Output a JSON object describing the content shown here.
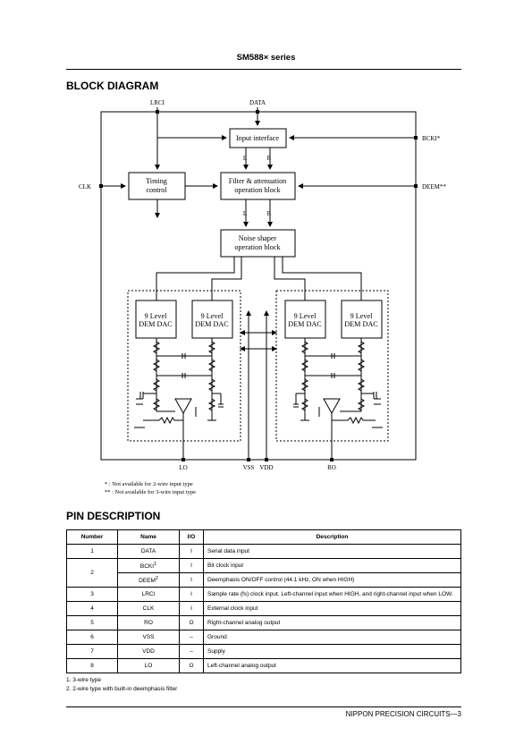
{
  "header": {
    "title": "SM588× series"
  },
  "block_diagram": {
    "heading": "BLOCK DIAGRAM",
    "pins_top": {
      "lrci": "LRCI",
      "data": "DATA"
    },
    "pins_side": {
      "clk": "CLK",
      "bcki": "BCKI*",
      "deem": "DEEM**"
    },
    "pins_bottom": {
      "lo": "LO",
      "vss": "VSS",
      "vdd": "VDD",
      "ro": "RO"
    },
    "blocks": {
      "input_interface": "Input interface",
      "timing_1": "Timing",
      "timing_2": "control",
      "filter_1": "Filter & attenuation",
      "filter_2": "operation block",
      "noise_1": "Noise shaper",
      "noise_2": "operation block",
      "dac_1": "9 Level",
      "dac_2": "DEM DAC"
    },
    "channel_labels": {
      "l": "L",
      "r": "R"
    },
    "notes": [
      "*  : Not available for 2-wire input type",
      "** : Not available for 3-wire input type"
    ]
  },
  "pin_description": {
    "heading": "PIN DESCRIPTION",
    "columns": [
      "Number",
      "Name",
      "I/O",
      "Description"
    ],
    "rows": [
      {
        "number": "1",
        "name": "DATA",
        "io": "I",
        "description": "Serial data input"
      },
      {
        "number": "2",
        "name": "BCKI",
        "sup": "1",
        "io": "I",
        "description": "Bit clock input"
      },
      {
        "number": "",
        "name": "DEEM",
        "sup": "2",
        "io": "I",
        "description": "Deemphasis ON/OFF control (44.1 kHz, ON when HIGH)"
      },
      {
        "number": "3",
        "name": "LRCI",
        "io": "I",
        "description": "Sample rate (fs) clock input. Left-channel input when HIGH, and right-channel input when LOW."
      },
      {
        "number": "4",
        "name": "CLK",
        "io": "I",
        "description": "External clock input"
      },
      {
        "number": "5",
        "name": "RO",
        "io": "O",
        "description": "Right-channel analog output"
      },
      {
        "number": "6",
        "name": "VSS",
        "io": "–",
        "description": "Ground"
      },
      {
        "number": "7",
        "name": "VDD",
        "io": "–",
        "description": "Supply"
      },
      {
        "number": "8",
        "name": "LO",
        "io": "O",
        "description": "Left-channel analog output"
      }
    ],
    "footnotes": [
      "1.   3-wire type",
      "2.   2-wire type with built-in deemphasis filter"
    ]
  },
  "footer": {
    "text": "NIPPON PRECISION CIRCUITS—3"
  }
}
